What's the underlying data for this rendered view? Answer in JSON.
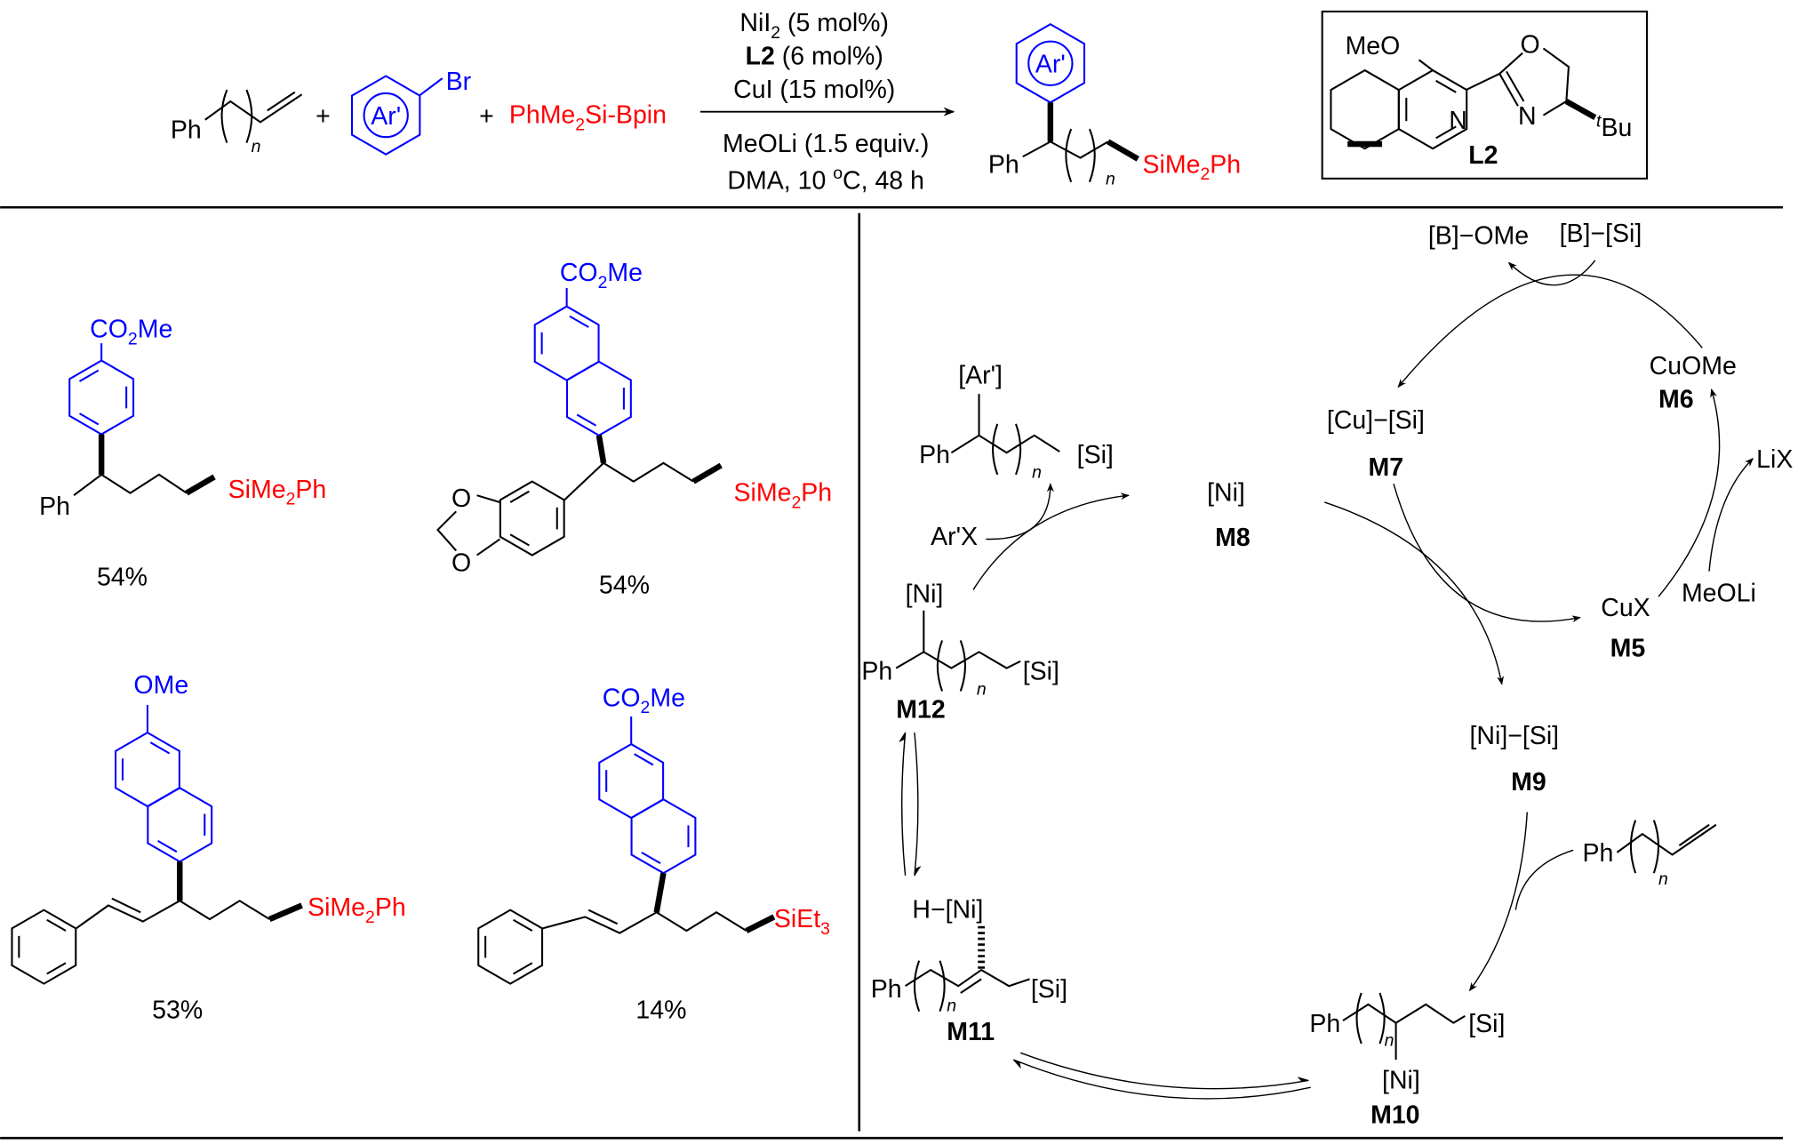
{
  "colors": {
    "aryl": "#0000ff",
    "silyl": "#ff0000",
    "ink": "#000000"
  },
  "scheme": {
    "reactant_alkene": {
      "ph": "Ph",
      "n": "n"
    },
    "plus1": "+",
    "aryl_bromide": {
      "ring": "Ar'",
      "halide": "Br"
    },
    "plus2": "+",
    "silylboron": {
      "a": "PhMe",
      "sub": "2",
      "b": "Si-Bpin"
    },
    "conditions": {
      "line1": {
        "a": "NiI",
        "sub": "2",
        "b": " (5 mol%)"
      },
      "line2": {
        "bold": "L2",
        "b": " (6 mol%)"
      },
      "line3": "CuI (15 mol%)",
      "line4": "MeOLi (1.5 equiv.)",
      "line5": {
        "a": "DMA, 10 ",
        "sup": "o",
        "b": "C, 48 h"
      }
    },
    "product": {
      "ring": "Ar'",
      "ph": "Ph",
      "n": "n",
      "si_a": "SiMe",
      "si_sub": "2",
      "si_b": "Ph"
    },
    "ligand": {
      "meo": "MeO",
      "o": "O",
      "n_atom": "N",
      "t": "t",
      "bu": "Bu",
      "label": "L2"
    }
  },
  "examples": [
    {
      "ester_a": "CO",
      "ester_sub": "2",
      "ester_b": "Me",
      "ph": "Ph",
      "si_a": "SiMe",
      "si_sub": "2",
      "si_b": "Ph",
      "yield": "54%"
    },
    {
      "ester_a": "CO",
      "ester_sub": "2",
      "ester_b": "Me",
      "o1": "O",
      "o2": "O",
      "si_a": "SiMe",
      "si_sub": "2",
      "si_b": "Ph",
      "yield": "54%"
    },
    {
      "ome": "OMe",
      "si_a": "SiMe",
      "si_sub": "2",
      "si_b": "Ph",
      "yield": "53%"
    },
    {
      "ester_a": "CO",
      "ester_sub": "2",
      "ester_b": "Me",
      "si_a": "SiEt",
      "si_sub": "3",
      "yield": "14%"
    }
  ],
  "cycle": {
    "b_ome": "[B]−OMe",
    "b_si": "[B]−[Si]",
    "cuome": "CuOMe",
    "m6": "M6",
    "lix": "LiX",
    "cu_si": "[Cu]−[Si]",
    "m7": "M7",
    "ni": "[Ni]",
    "m8": "M8",
    "cux": "CuX",
    "m5": "M5",
    "meoli": "MeOLi",
    "ni_si": "[Ni]−[Si]",
    "m9": "M9",
    "product": {
      "ar": "[Ar']",
      "ph": "Ph",
      "n": "n",
      "si": "[Si]"
    },
    "arx": "Ar'X",
    "m12": {
      "ni": "[Ni]",
      "ph": "Ph",
      "n": "n",
      "si": "[Si]",
      "label": "M12"
    },
    "m11": {
      "hni": "H−[Ni]",
      "ph": "Ph",
      "n": "n",
      "si": "[Si]",
      "label": "M11"
    },
    "alkene": {
      "ph": "Ph",
      "n": "n"
    },
    "m10": {
      "ph": "Ph",
      "n": "n",
      "si": "[Si]",
      "ni": "[Ni]",
      "label": "M10"
    }
  }
}
